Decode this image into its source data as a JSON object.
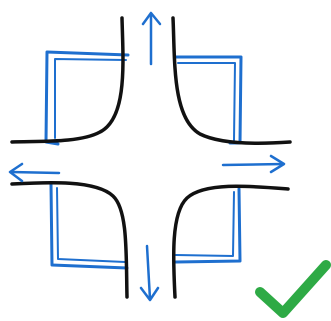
{
  "diagram": {
    "colors": {
      "blue_outline": "#1e6fcf",
      "road_edge": "#111111",
      "checkmark": "#2eaa45",
      "background": "#ffffff"
    },
    "arrows": [
      "up",
      "down",
      "left",
      "right"
    ],
    "blocks": [
      "top-left",
      "top-right",
      "bottom-left",
      "bottom-right"
    ],
    "icons": {
      "checkmark": "checkmark-icon"
    }
  }
}
